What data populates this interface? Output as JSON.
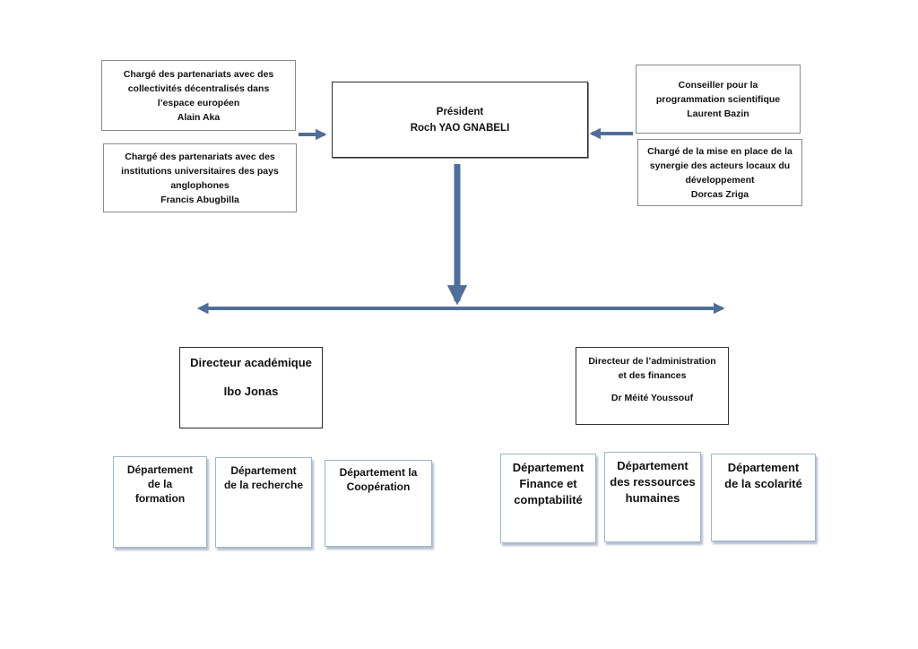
{
  "president": {
    "title": "Président",
    "name": "Roch YAO GNABELI"
  },
  "left_advisors": [
    {
      "lines": [
        "Chargé des partenariats avec des",
        "collectivités décentralisés dans",
        "l’espace européen"
      ],
      "name": "Alain Aka"
    },
    {
      "lines": [
        "Chargé des partenariats avec des",
        "institutions universitaires des pays",
        "anglophones"
      ],
      "name": "Francis Abugbilla"
    }
  ],
  "right_advisors": [
    {
      "lines": [
        "Conseiller pour la",
        "programmation scientifique"
      ],
      "name": "Laurent Bazin"
    },
    {
      "lines": [
        "Chargé de la mise en place de la",
        "synergie des acteurs locaux du",
        "développement"
      ],
      "name": "Dorcas Zriga"
    }
  ],
  "directors": {
    "academic": {
      "title": "Directeur académique",
      "name": "Ibo Jonas"
    },
    "admin": {
      "title_lines": [
        "Directeur de l’administration",
        "et des finances"
      ],
      "name": "Dr Méité Youssouf"
    }
  },
  "departments_academic": [
    {
      "lines": [
        "Département",
        "de la",
        "formation"
      ]
    },
    {
      "lines": [
        "Département",
        "de la recherche"
      ]
    },
    {
      "lines": [
        "Département la",
        "Coopération"
      ]
    }
  ],
  "departments_admin": [
    {
      "lines": [
        "Département",
        "Finance et",
        "comptabilité"
      ]
    },
    {
      "lines": [
        "Département",
        "des ressources",
        "humaines"
      ]
    },
    {
      "lines": [
        "Département",
        "de la scolarité"
      ]
    }
  ],
  "colors": {
    "arrow": "#4f6f9a",
    "box_border": "#8a8a8a",
    "dept_border": "#9fb6cf"
  }
}
